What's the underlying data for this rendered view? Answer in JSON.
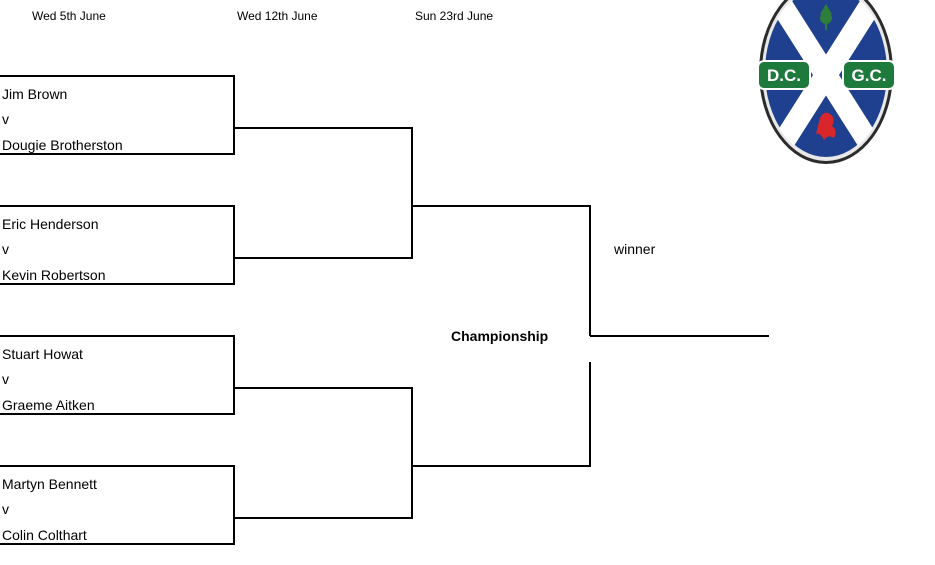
{
  "dates": [
    "Wed 5th June",
    "Wed 12th June",
    "Sun 23rd June"
  ],
  "matches": [
    {
      "player1": "Jim Brown",
      "vs": "v",
      "player2": "Dougie Brotherston"
    },
    {
      "player1": "Eric Henderson",
      "vs": "v",
      "player2": "Kevin Robertson"
    },
    {
      "player1": "Stuart Howat",
      "vs": "v",
      "player2": "Graeme Aitken"
    },
    {
      "player1": "Martyn Bennett",
      "vs": "v",
      "player2": "Colin Colthart"
    }
  ],
  "final_label": "Championship",
  "winner_label": "winner",
  "logo": {
    "left_text": "D.C.",
    "right_text": "G.C.",
    "colors": {
      "field": "#1f3f8f",
      "saltire": "#ffffff",
      "band": "#1e7a3c",
      "rim": "#2b2b2b",
      "lion": "#d8262b",
      "thistle": "#2e7d3b"
    }
  }
}
